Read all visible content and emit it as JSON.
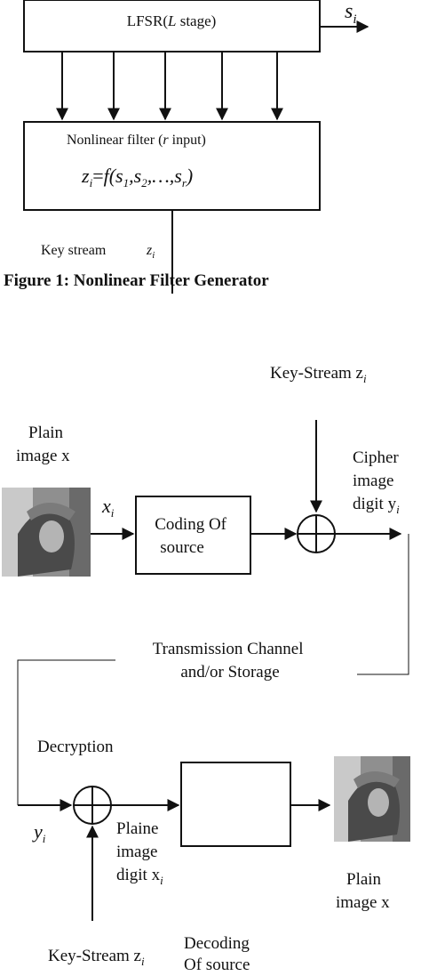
{
  "figure1": {
    "lfsr_label_prefix": "LFSR(",
    "lfsr_label_var": "L",
    "lfsr_label_suffix": " stage)",
    "output_label": "s",
    "output_label_sub": "i",
    "filter_label_prefix": "Nonlinear filter (",
    "filter_label_var": "r",
    "filter_label_suffix": " input)",
    "filter_formula_lhs": "z",
    "filter_formula_lhs_sub": "i",
    "filter_formula_eq": "=",
    "filter_formula_func": "f",
    "filter_formula_args": "(s",
    "filter_formula_arg1": "1",
    "filter_formula_comma1": ",s",
    "filter_formula_arg2": "2",
    "filter_formula_dots": ",…,s",
    "filter_formula_argr": "r",
    "filter_formula_close": ")",
    "keystream_label": "Key stream",
    "keystream_var": "z",
    "keystream_var_sub": "i",
    "caption": "Figure 1: Nonlinear Filter Generator"
  },
  "figure2": {
    "keystream_top_label": "Key-Stream z",
    "keystream_top_sub": "i",
    "plain_image_label_line1": "Plain",
    "plain_image_label_line2": "image x",
    "x_i_label": "x",
    "x_i_sub": "i",
    "coding_box_line1": "Coding Of",
    "coding_box_line2": "source",
    "cipher_label_line1": "Cipher",
    "cipher_label_line2": "image",
    "cipher_label_line3": "digit y",
    "cipher_label_sub": "i",
    "channel_label_line1": "Transmission Channel",
    "channel_label_line2": "and/or Storage",
    "decryption_label": "Decryption",
    "y_i_label": "y",
    "y_i_sub": "i",
    "plaine_label_line1": "Plaine",
    "plaine_label_line2": "image",
    "plaine_label_line3": "digit x",
    "plaine_label_sub": "i",
    "plain_image_out_line1": "Plain",
    "plain_image_out_line2": "image x",
    "keystream_bottom_label": "Key-Stream z",
    "keystream_bottom_sub": "i",
    "decoding_label_line1": "Decoding",
    "decoding_label_line2": "Of source"
  }
}
